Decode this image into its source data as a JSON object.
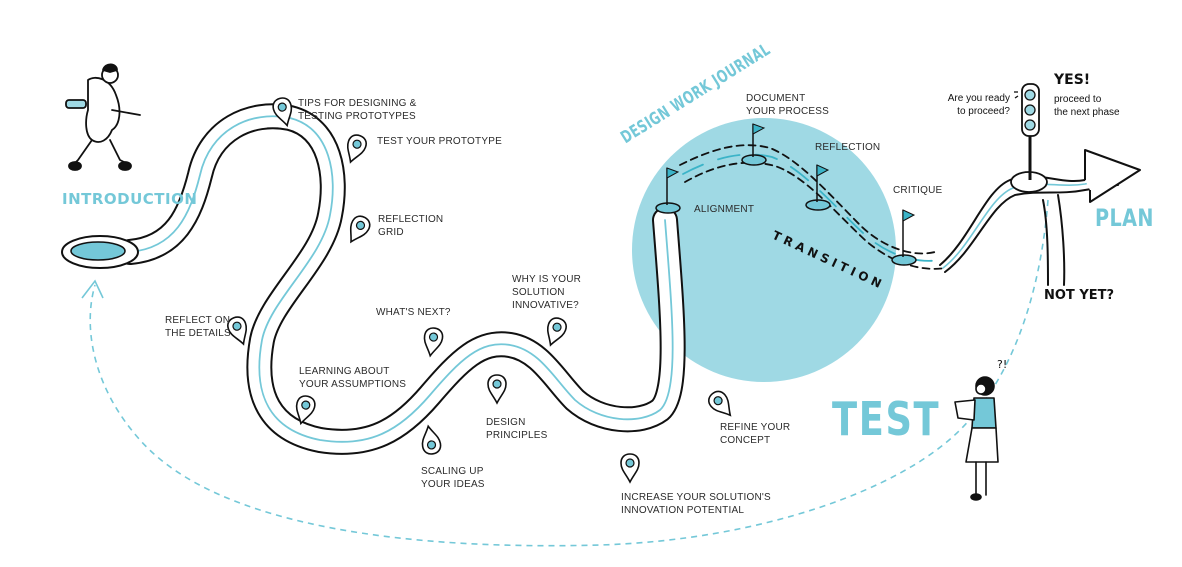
{
  "colors": {
    "accent": "#74c8d8",
    "circle": "#9fd9e4",
    "ink": "#111111",
    "label": "#2b2b2b"
  },
  "phases": {
    "introduction": "INTRODUCTION",
    "test": "TEST",
    "plan": "PLAN"
  },
  "journal": {
    "title": "DESIGN WORK JOURNAL",
    "transition": "TRANSITION",
    "flags": [
      {
        "label": [
          "ALIGNMENT"
        ],
        "icon": "flag-icon"
      },
      {
        "label": [
          "DOCUMENT",
          "YOUR PROCESS"
        ],
        "icon": "flag-icon"
      },
      {
        "label": [
          "REFLECTION"
        ],
        "icon": "flag-icon"
      },
      {
        "label": [
          "CRITIQUE"
        ],
        "icon": "flag-icon"
      }
    ]
  },
  "waypoints": [
    {
      "label": [
        "TIPS FOR DESIGNING &",
        "TESTING PROTOTYPES"
      ],
      "icon": "map-pin-icon"
    },
    {
      "label": [
        "TEST YOUR PROTOTYPE"
      ],
      "icon": "map-pin-icon"
    },
    {
      "label": [
        "REFLECTION",
        "GRID"
      ],
      "icon": "map-pin-icon"
    },
    {
      "label": [
        "REFLECT ON",
        "THE DETAILS"
      ],
      "icon": "map-pin-icon"
    },
    {
      "label": [
        "LEARNING ABOUT",
        "YOUR ASSUMPTIONS"
      ],
      "icon": "map-pin-icon"
    },
    {
      "label": [
        "WHAT'S NEXT?"
      ],
      "icon": "map-pin-icon"
    },
    {
      "label": [
        "SCALING UP",
        "YOUR IDEAS"
      ],
      "icon": "map-pin-icon"
    },
    {
      "label": [
        "DESIGN",
        "PRINCIPLES"
      ],
      "icon": "map-pin-icon"
    },
    {
      "label": [
        "WHY IS YOUR",
        "SOLUTION",
        "INNOVATIVE?"
      ],
      "icon": "map-pin-icon"
    },
    {
      "label": [
        "INCREASE YOUR SOLUTION'S",
        "INNOVATION POTENTIAL"
      ],
      "icon": "map-pin-icon"
    },
    {
      "label": [
        "REFINE YOUR",
        "CONCEPT"
      ],
      "icon": "map-pin-icon"
    }
  ],
  "decision": {
    "question": [
      "Are you ready",
      "to proceed?"
    ],
    "yes": "YES!",
    "yes_detail": [
      "proceed to",
      "the next phase"
    ],
    "no": "NOT YET?",
    "icon": "traffic-light-icon"
  },
  "exclamation": "?!"
}
